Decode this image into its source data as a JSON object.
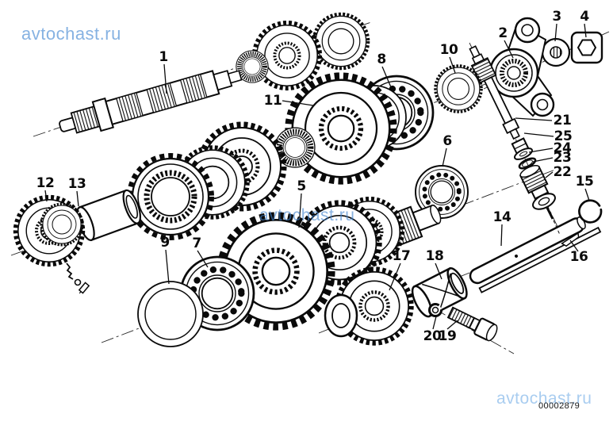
{
  "watermarks": {
    "top_left": "avtochast.ru",
    "center": "avtochast.ru",
    "bottom_right": "avtochast.ru"
  },
  "drawing": {
    "number": "00002879",
    "type": "exploded-parts-diagram",
    "subject": "transmission gear wheel set / gearbox components",
    "callouts": [
      {
        "label": "1"
      },
      {
        "label": "2"
      },
      {
        "label": "3"
      },
      {
        "label": "4"
      },
      {
        "label": "5"
      },
      {
        "label": "6"
      },
      {
        "label": "7"
      },
      {
        "label": "8"
      },
      {
        "label": "9"
      },
      {
        "label": "10"
      },
      {
        "label": "11"
      },
      {
        "label": "12"
      },
      {
        "label": "13"
      },
      {
        "label": "14"
      },
      {
        "label": "15"
      },
      {
        "label": "16"
      },
      {
        "label": "17"
      },
      {
        "label": "18"
      },
      {
        "label": "19"
      },
      {
        "label": "20"
      },
      {
        "label": "21"
      },
      {
        "label": "22"
      },
      {
        "label": "23"
      },
      {
        "label": "24"
      },
      {
        "label": "25"
      }
    ]
  },
  "colors": {
    "background": "#ffffff",
    "line": "#0a0a0a",
    "watermark_top_left": "#86b2e2",
    "watermark_center": "#4082cd",
    "watermark_bottom_right": "#a9cdf0"
  }
}
